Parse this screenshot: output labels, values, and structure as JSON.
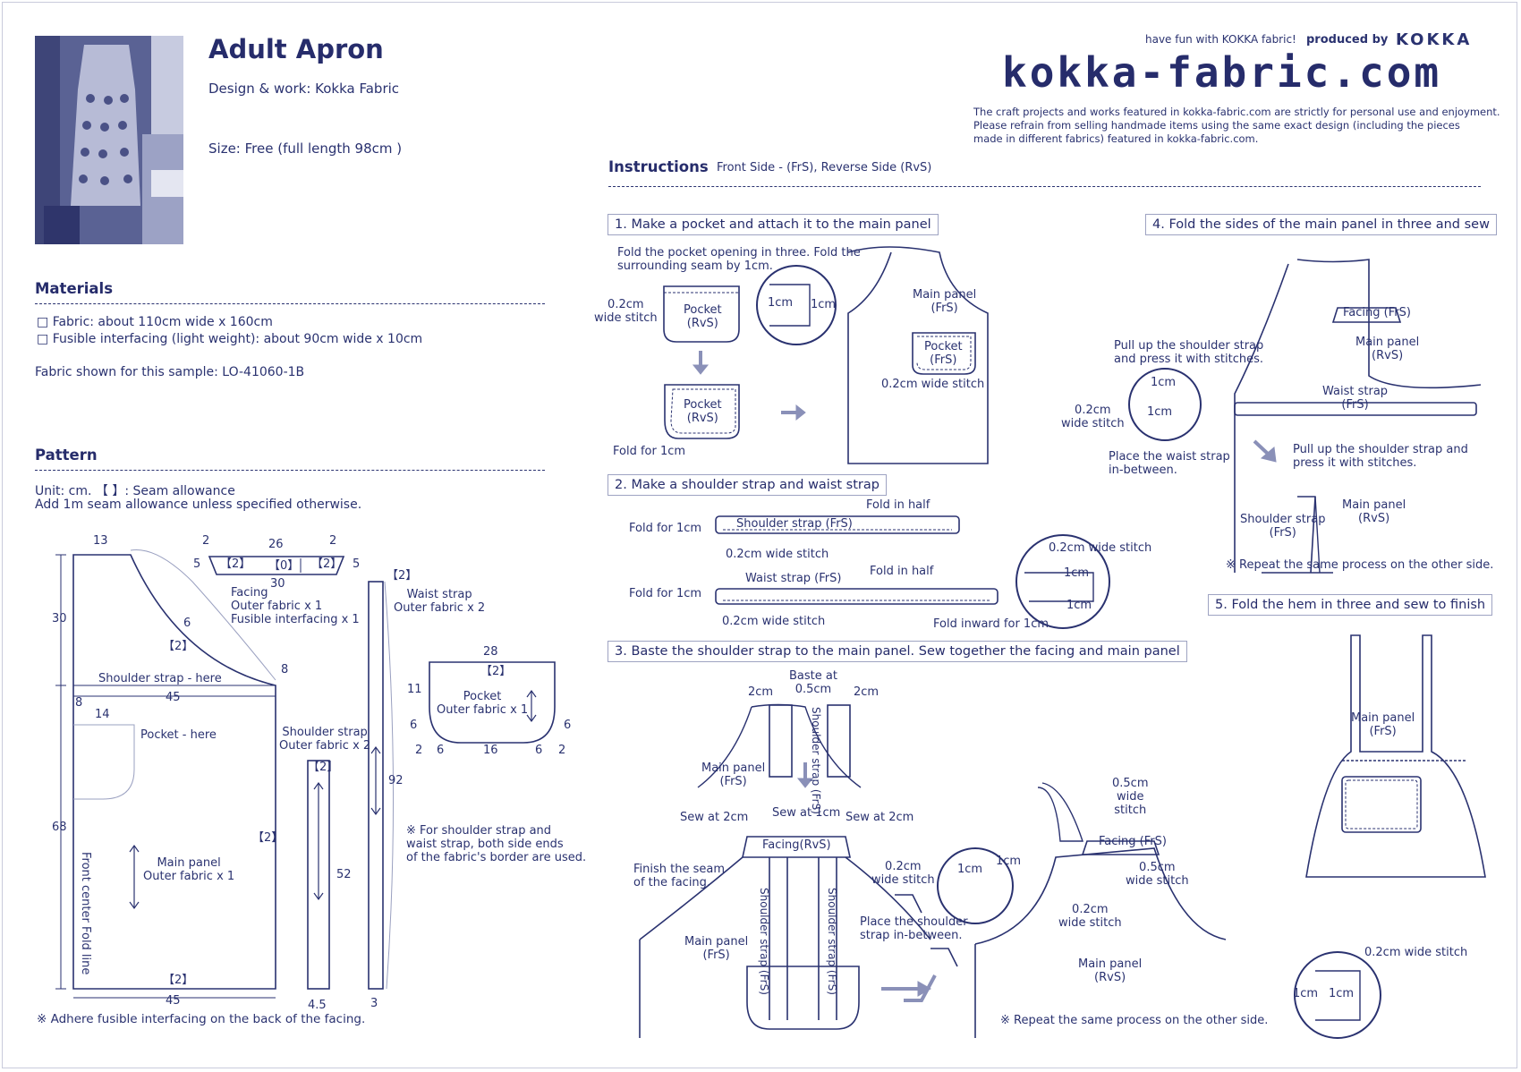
{
  "header": {
    "title": "Adult Apron",
    "design": "Design & work: Kokka Fabric",
    "size": "Size: Free (full length 98cm )",
    "tagline": "have fun with KOKKA fabric!",
    "produced_by": "produced by",
    "produced_brand": "KOKKA",
    "site": "kokka-fabric.com",
    "disclaimer": [
      "The craft projects and works featured in kokka-fabric.com are strictly for personal use and enjoyment.",
      "Please refrain from selling handmade items using the same exact design (including the pieces",
      "made in different fabrics) featured in kokka-fabric.com."
    ]
  },
  "materials": {
    "heading": "Materials",
    "items": [
      "Fabric: about 110cm wide x 160cm",
      "Fusible interfacing (light weight): about 90cm wide x 10cm"
    ],
    "sample": "Fabric shown for this sample: LO-41060-1B"
  },
  "pattern": {
    "heading": "Pattern",
    "unit": "Unit: cm. 【 】: Seam allowance",
    "add": "Add 1m seam allowance unless specified otherwise.",
    "main_panel": "Main panel\nOuter fabric x 1",
    "shoulder_here": "Shoulder strap - here",
    "pocket_here": "Pocket - here",
    "fold_line": "Front center  Fold line",
    "facing_label": "Facing\nOuter fabric x 1\nFusible interfacing x 1",
    "shoulder_strap": "Shoulder strap\nOuter fabric x 2",
    "waist_strap": "Waist strap\nOuter fabric x 2",
    "pocket": "Pocket\nOuter fabric x 1",
    "border_note": "※ For shoulder strap and\nwaist strap, both side ends\nof the fabric's border are used.",
    "facing_note": "※ Adhere fusible interfacing on the back of the facing.",
    "dims": {
      "d13": "13",
      "d30": "30",
      "d68": "68",
      "d45a": "45",
      "d45b": "45",
      "d8a": "8",
      "d8b": "8",
      "d14": "14",
      "d6": "6",
      "s2a": "【2】",
      "s2b": "【2】",
      "s2c": "【2】",
      "f2a": "2",
      "f26": "26",
      "f2b": "2",
      "f5a": "5",
      "f5b": "5",
      "f30": "30",
      "fs2a": "【2】",
      "fs0": "【0】",
      "fs2b": "【2】",
      "ss2": "【2】",
      "ss52": "52",
      "ss45": "4.5",
      "ws2": "【2】",
      "ws92": "92",
      "ws3": "3",
      "p28": "28",
      "p2": "【2】",
      "p11": "11",
      "p6a": "6",
      "p6b": "6",
      "p16": "16",
      "p6c": "6",
      "p6d": "6",
      "p2a": "2",
      "p2b": "2"
    }
  },
  "instructions": {
    "heading": "Instructions",
    "subtitle": "Front Side - (FrS), Reverse Side (RvS)",
    "steps": [
      "1. Make a pocket and attach it to the main panel",
      "2. Make a shoulder strap and waist strap",
      "3. Baste the shoulder strap to the main panel. Sew together the facing and main panel",
      "4. Fold the sides of the main panel in three and sew",
      "5. Fold the hem in three and sew to finish"
    ],
    "s1": {
      "fold_note": "Fold the pocket opening in three. Fold the\nsurrounding seam by 1cm.",
      "wide_stitch": "0.2cm\nwide stitch",
      "pocket_rvs": "Pocket\n(RvS)",
      "pocket_rvs2": "Pocket\n(RvS)",
      "c1": "1cm",
      "c2": "1cm",
      "fold_1cm": "Fold for 1cm",
      "main_panel": "Main panel\n(FrS)",
      "pocket_frs": "Pocket\n(FrS)",
      "panel_stitch": "0.2cm wide stitch"
    },
    "s2": {
      "fold_half_a": "Fold in half",
      "fold_1cm_a": "Fold for 1cm",
      "shoulder_strap": "Shoulder strap (FrS)",
      "stitch_a": "0.2cm wide stitch",
      "fold_half_b": "Fold in half",
      "fold_1cm_b": "Fold for 1cm",
      "waist_strap": "Waist strap (FrS)",
      "stitch_b": "0.2cm wide stitch",
      "fold_inward": "Fold inward for 1cm",
      "detail_stitch": "0.2cm wide stitch",
      "d1": "1cm",
      "d2": "1cm"
    },
    "s3": {
      "baste": "Baste at\n0.5cm",
      "c2a": "2cm",
      "c2b": "2cm",
      "strap_v": "Shoulder strap (FrS)",
      "main_frs": "Main panel\n(FrS)",
      "sew2a": "Sew at 2cm",
      "sew1": "Sew at 1cm",
      "sew2b": "Sew at 2cm",
      "facing_rvs": "Facing(RvS)",
      "finish": "Finish the seam\nof the facing.",
      "stitch": "0.2cm\nwide stitch",
      "main_frs2": "Main panel\n(FrS)",
      "strap_l": "Shoulder strap (FrS)",
      "strap_r": "Shoulder strap (FrS)",
      "place": "Place the shoulder\nstrap in-between.",
      "d1": "1cm",
      "d2": "1cm",
      "facing_frs": "Facing (FrS)",
      "w05a": "0.5cm\nwide\nstitch",
      "w05b": "0.5cm\nwide stitch",
      "w02": "0.2cm\nwide stitch",
      "main_rvs": "Main panel\n(RvS)",
      "repeat": "※ Repeat the same process on the other side."
    },
    "s4": {
      "facing_frs": "Facing (FrS)",
      "main_rvs": "Main panel\n(RvS)",
      "pull_up": "Pull up the shoulder strap\nand press it with stitches.",
      "c1a": "1cm",
      "c1b": "1cm",
      "stitch": "0.2cm\nwide stitch",
      "place": "Place the waist strap\nin-between.",
      "waist": "Waist strap\n(FrS)",
      "pull_up2": "Pull up the shoulder strap and\npress it with stitches.",
      "shoulder": "Shoulder strap\n(FrS)",
      "main_rvs2": "Main panel\n(RvS)",
      "repeat": "※ Repeat the same process on the other side."
    },
    "s5": {
      "main_frs": "Main panel\n(FrS)",
      "stitch": "0.2cm wide stitch",
      "c1a": "1cm",
      "c1b": "1cm"
    }
  },
  "colors": {
    "ink": "#2a3270",
    "accent": "#8a90b8",
    "photo": "#5c6495"
  }
}
